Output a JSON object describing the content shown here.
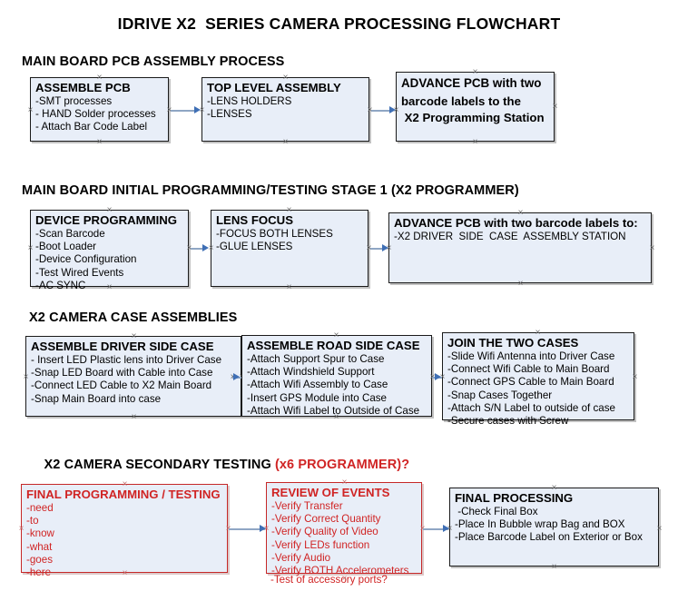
{
  "document": {
    "title": "IDRIVE X2  SERIES CAMERA PROCESSING FLOWCHART"
  },
  "colors": {
    "node_fill": "#e8eef8",
    "node_border": "#1a1a1a",
    "red_accent": "#d02424",
    "connector": "#8fa6c4",
    "arrowhead": "#3f6fb5"
  },
  "sections": [
    {
      "id": "main-board-pcb-assembly-process",
      "heading": "MAIN BOARD PCB ASSEMBLY PROCESS",
      "nodes": [
        {
          "id": "assemble-pcb",
          "title": "ASSEMBLE PCB",
          "lines": [
            "-SMT processes",
            "- HAND Solder processes",
            "- Attach Bar Code Label"
          ]
        },
        {
          "id": "top-level-assembly",
          "title": "TOP LEVEL ASSEMBLY",
          "lines": [
            "-LENS HOLDERS",
            "-LENSES"
          ]
        },
        {
          "id": "advance-pcb-x2-programming-station",
          "title": "ADVANCE PCB with two",
          "lines": [
            "barcode labels to the",
            " X2 Programming Station"
          ]
        }
      ]
    },
    {
      "id": "main-board-initial-programming-testing-stage-1",
      "heading": "MAIN BOARD INITIAL PROGRAMMING/TESTING STAGE 1 (X2 PROGRAMMER)",
      "nodes": [
        {
          "id": "device-programming",
          "title": "DEVICE PROGRAMMING",
          "lines": [
            "-Scan Barcode",
            "-Boot Loader",
            "-Device Configuration",
            "-Test Wired Events",
            "-AC SYNC"
          ]
        },
        {
          "id": "lens-focus",
          "title": "LENS FOCUS",
          "lines": [
            "-FOCUS BOTH LENSES",
            "-GLUE LENSES"
          ]
        },
        {
          "id": "advance-pcb-driver-side-case-assembly",
          "title": "ADVANCE PCB with two barcode labels to:",
          "lines": [
            "-X2 DRIVER  SIDE  CASE  ASSEMBLY STATION"
          ]
        }
      ]
    },
    {
      "id": "x2-camera-case-assemblies",
      "heading": "X2 CAMERA CASE ASSEMBLIES",
      "nodes": [
        {
          "id": "assemble-driver-side-case",
          "title": "ASSEMBLE DRIVER SIDE CASE",
          "lines": [
            "- Insert LED Plastic lens into Driver Case",
            "-Snap LED Board with Cable into Case",
            "-Connect LED Cable to X2 Main Board",
            "-Snap Main Board into case"
          ]
        },
        {
          "id": "assemble-road-side-case",
          "title": "ASSEMBLE ROAD SIDE CASE",
          "lines": [
            "-Attach Support Spur to Case",
            "-Attach Windshield Support",
            "-Attach Wifi Assembly to Case",
            "-Insert GPS Module into Case",
            "-Attach Wifi Label to Outside of Case"
          ]
        },
        {
          "id": "join-the-two-cases",
          "title": "JOIN THE TWO CASES",
          "lines": [
            "-Slide Wifi Antenna into Driver Case",
            "-Connect Wifi Cable to Main Board",
            "-Connect GPS Cable to Main Board",
            "-Snap Cases Together",
            "-Attach S/N Label to outside of case",
            "-Secure cases with Screw"
          ]
        }
      ]
    },
    {
      "id": "x2-camera-secondary-testing",
      "heading": "X2 CAMERA SECONDARY TESTING ",
      "heading_accent": "(x6 PROGRAMMER)?",
      "nodes": [
        {
          "id": "final-programming-testing",
          "title": "FINAL PROGRAMMING / TESTING",
          "lines": [
            "-need",
            "-to",
            "-know",
            "-what",
            "-goes",
            "-here"
          ]
        },
        {
          "id": "review-of-events",
          "title": "REVIEW OF EVENTS",
          "lines": [
            "-Verify Transfer",
            "-Verify Correct Quantity",
            "-Verify Quality of Video",
            "-Verify LEDs function",
            "-Verify Audio",
            "-Verify BOTH Accelerometers"
          ],
          "overflow_line": "-Test of accessory ports?"
        },
        {
          "id": "final-processing",
          "title": "FINAL PROCESSING",
          "lines": [
            " -Check Final Box",
            "-Place In Bubble wrap Bag and BOX",
            "-Place Barcode Label on Exterior or Box"
          ]
        }
      ]
    }
  ],
  "connectors": [
    {
      "id": "assemble-pcb-to-top-level-assembly",
      "label": "arrow"
    },
    {
      "id": "top-level-assembly-to-advance-pcb",
      "label": "arrow"
    },
    {
      "id": "device-programming-to-lens-focus",
      "label": "arrow"
    },
    {
      "id": "lens-focus-to-advance-pcb",
      "label": "arrow"
    },
    {
      "id": "driver-side-to-road-side",
      "label": "arrow"
    },
    {
      "id": "road-side-to-join-cases",
      "label": "arrow"
    },
    {
      "id": "final-programming-to-review-of-events",
      "label": "arrow"
    },
    {
      "id": "review-of-events-to-final-processing",
      "label": "arrow"
    }
  ],
  "handle_glyph": "×"
}
